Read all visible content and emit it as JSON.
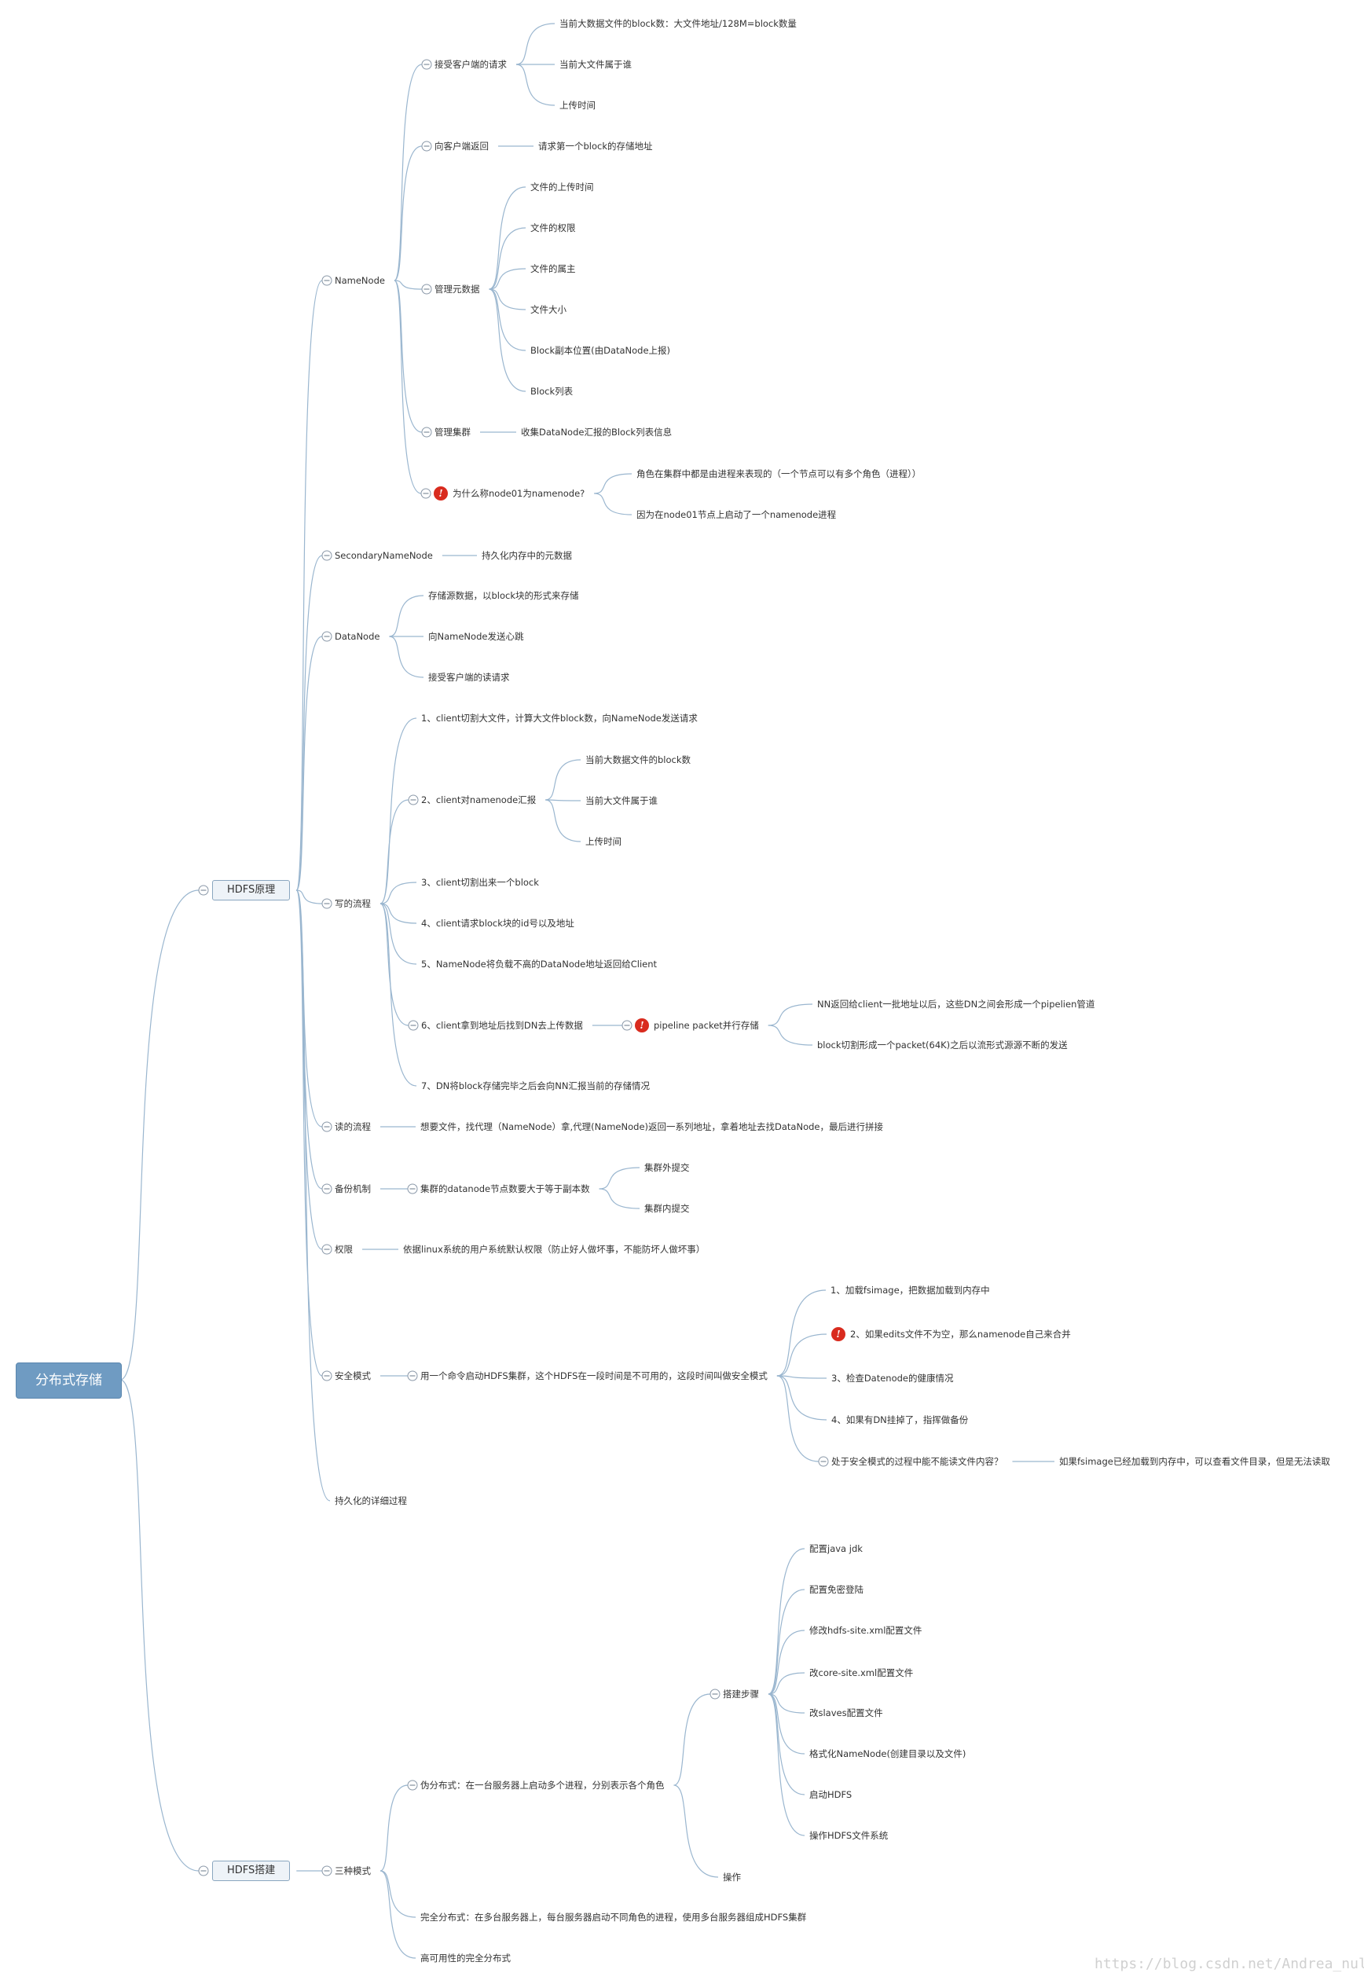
{
  "colors": {
    "line": "#9ab6cf",
    "root_fill": "#6f9bc2",
    "main_fill": "#eef3f8",
    "icon_red": "#d92b1e"
  },
  "icons": {
    "warning": "exclamation-mark-icon",
    "collapse": "collapse-toggle-icon"
  },
  "mindmap": {
    "root": "分布式存储",
    "branches": [
      {
        "label": "HDFS原理",
        "children": [
          {
            "label": "NameNode",
            "children": [
              {
                "label": "接受客户端的请求",
                "children": [
                  {
                    "label": "当前大数据文件的block数：大文件地址/128M=block数量"
                  },
                  {
                    "label": "当前大文件属于谁"
                  },
                  {
                    "label": "上传时间"
                  }
                ]
              },
              {
                "label": "向客户端返回",
                "children": [
                  {
                    "label": "请求第一个block的存储地址"
                  }
                ]
              },
              {
                "label": "管理元数据",
                "children": [
                  {
                    "label": "文件的上传时间"
                  },
                  {
                    "label": "文件的权限"
                  },
                  {
                    "label": "文件的属主"
                  },
                  {
                    "label": "文件大小"
                  },
                  {
                    "label": "Block副本位置(由DataNode上报)"
                  },
                  {
                    "label": "Block列表"
                  }
                ]
              },
              {
                "label": "管理集群",
                "children": [
                  {
                    "label": "收集DataNode汇报的Block列表信息"
                  }
                ]
              },
              {
                "label": "为什么称node01为namenode?",
                "icon": "warning",
                "children": [
                  {
                    "label": "角色在集群中都是由进程来表现的（一个节点可以有多个角色（进程））"
                  },
                  {
                    "label": "因为在node01节点上启动了一个namenode进程"
                  }
                ]
              }
            ]
          },
          {
            "label": "SecondaryNameNode",
            "children": [
              {
                "label": "持久化内存中的元数据"
              }
            ]
          },
          {
            "label": "DataNode",
            "children": [
              {
                "label": "存储源数据，以block块的形式来存储"
              },
              {
                "label": "向NameNode发送心跳"
              },
              {
                "label": "接受客户端的读请求"
              }
            ]
          },
          {
            "label": "写的流程",
            "children": [
              {
                "label": "1、client切割大文件，计算大文件block数，向NameNode发送请求"
              },
              {
                "label": "2、client对namenode汇报",
                "children": [
                  {
                    "label": "当前大数据文件的block数"
                  },
                  {
                    "label": "当前大文件属于谁"
                  },
                  {
                    "label": "上传时间"
                  }
                ]
              },
              {
                "label": "3、client切割出来一个block"
              },
              {
                "label": "4、client请求block块的id号以及地址"
              },
              {
                "label": "5、NameNode将负载不高的DataNode地址返回给Client"
              },
              {
                "label": "6、client拿到地址后找到DN去上传数据",
                "children": [
                  {
                    "label": "pipeline packet并行存储",
                    "icon": "warning",
                    "children": [
                      {
                        "label": "NN返回给client一批地址以后，这些DN之间会形成一个pipelien管道"
                      },
                      {
                        "label": "block切割形成一个packet(64K)之后以流形式源源不断的发送"
                      }
                    ]
                  }
                ]
              },
              {
                "label": "7、DN将block存储完毕之后会向NN汇报当前的存储情况"
              }
            ]
          },
          {
            "label": "读的流程",
            "children": [
              {
                "label": "想要文件，找代理（NameNode）拿,代理(NameNode)返回一系列地址，拿着地址去找DataNode，最后进行拼接"
              }
            ]
          },
          {
            "label": "备份机制",
            "children": [
              {
                "label": "集群的datanode节点数要大于等于副本数",
                "children": [
                  {
                    "label": "集群外提交"
                  },
                  {
                    "label": "集群内提交"
                  }
                ]
              }
            ]
          },
          {
            "label": "权限",
            "children": [
              {
                "label": "依据linux系统的用户系统默认权限（防止好人做坏事，不能防坏人做坏事）"
              }
            ]
          },
          {
            "label": "安全模式",
            "children": [
              {
                "label": "用一个命令启动HDFS集群，这个HDFS在一段时间是不可用的，这段时间叫做安全模式",
                "children": [
                  {
                    "label": "1、加载fsimage，把数据加载到内存中"
                  },
                  {
                    "label": "2、如果edits文件不为空，那么namenode自己来合并",
                    "icon": "warning"
                  },
                  {
                    "label": "3、检查Datenode的健康情况"
                  },
                  {
                    "label": "4、如果有DN挂掉了，指挥做备份"
                  },
                  {
                    "label": "处于安全模式的过程中能不能读文件内容？",
                    "children": [
                      {
                        "label": "如果fsimage已经加载到内存中，可以查看文件目录，但是无法读取"
                      }
                    ]
                  }
                ]
              }
            ]
          },
          {
            "label": "持久化的详细过程"
          }
        ]
      },
      {
        "label": "HDFS搭建",
        "children": [
          {
            "label": "三种模式",
            "children": [
              {
                "label": "伪分布式：在一台服务器上启动多个进程，分别表示各个角色",
                "children": [
                  {
                    "label": "搭建步骤",
                    "children": [
                      {
                        "label": "配置java jdk"
                      },
                      {
                        "label": "配置免密登陆"
                      },
                      {
                        "label": "修改hdfs-site.xml配置文件"
                      },
                      {
                        "label": "改core-site.xml配置文件"
                      },
                      {
                        "label": "改slaves配置文件"
                      },
                      {
                        "label": "格式化NameNode(创建目录以及文件)"
                      },
                      {
                        "label": "启动HDFS"
                      },
                      {
                        "label": "操作HDFS文件系统"
                      }
                    ]
                  },
                  {
                    "label": "操作"
                  }
                ]
              },
              {
                "label": "完全分布式：在多台服务器上，每台服务器启动不同角色的进程，使用多台服务器组成HDFS集群"
              },
              {
                "label": "高可用性的完全分布式"
              }
            ]
          }
        ]
      }
    ]
  },
  "watermark": "https://blog.csdn.net/Andrea_null"
}
